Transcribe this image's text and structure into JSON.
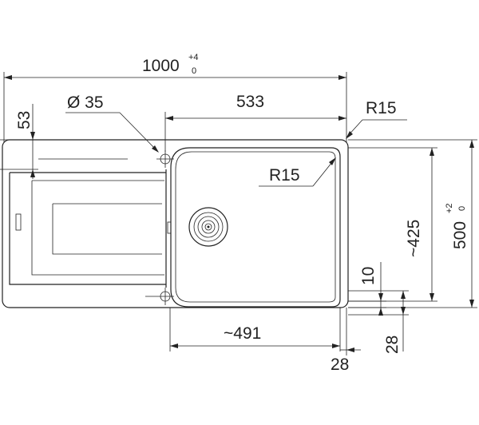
{
  "drawing": {
    "overall_length": {
      "value": "1000",
      "tol_upper": "+4",
      "tol_lower": "0"
    },
    "overall_depth": {
      "value": "500",
      "tol_upper": "+2",
      "tol_lower": "0"
    },
    "tap_hole": {
      "label": "Ø 35"
    },
    "bowl_width": {
      "label": "533"
    },
    "corner_radius_outer": {
      "label": "R15"
    },
    "corner_radius_inner": {
      "label": "R15"
    },
    "edge_offset_top": {
      "label": "53"
    },
    "bowl_inner_width": {
      "label": "~491"
    },
    "bowl_inner_depth": {
      "label": "~425"
    },
    "rim_offset_10": {
      "label": "10"
    },
    "rim_offset_28_side": {
      "label": "28"
    },
    "rim_offset_28_bottom": {
      "label": "28"
    }
  }
}
